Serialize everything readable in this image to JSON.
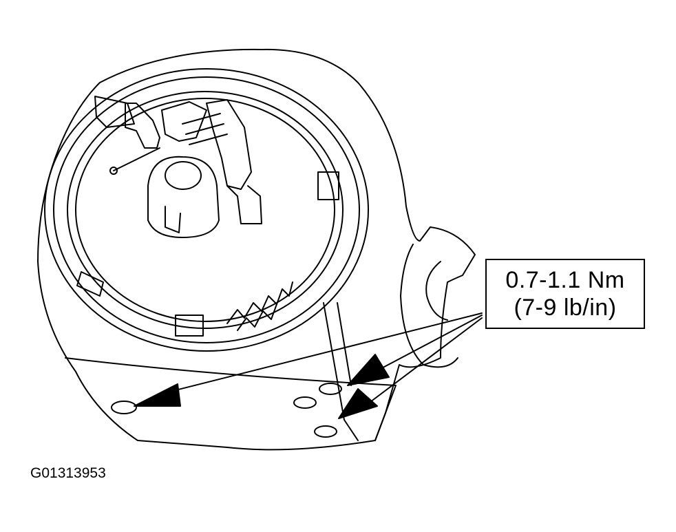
{
  "callout": {
    "torque_metric": "0.7-1.1 Nm",
    "torque_imperial": "(7-9 lb/in)"
  },
  "figure_id": "G01313953",
  "colors": {
    "ink": "#000000",
    "paper": "#ffffff"
  }
}
